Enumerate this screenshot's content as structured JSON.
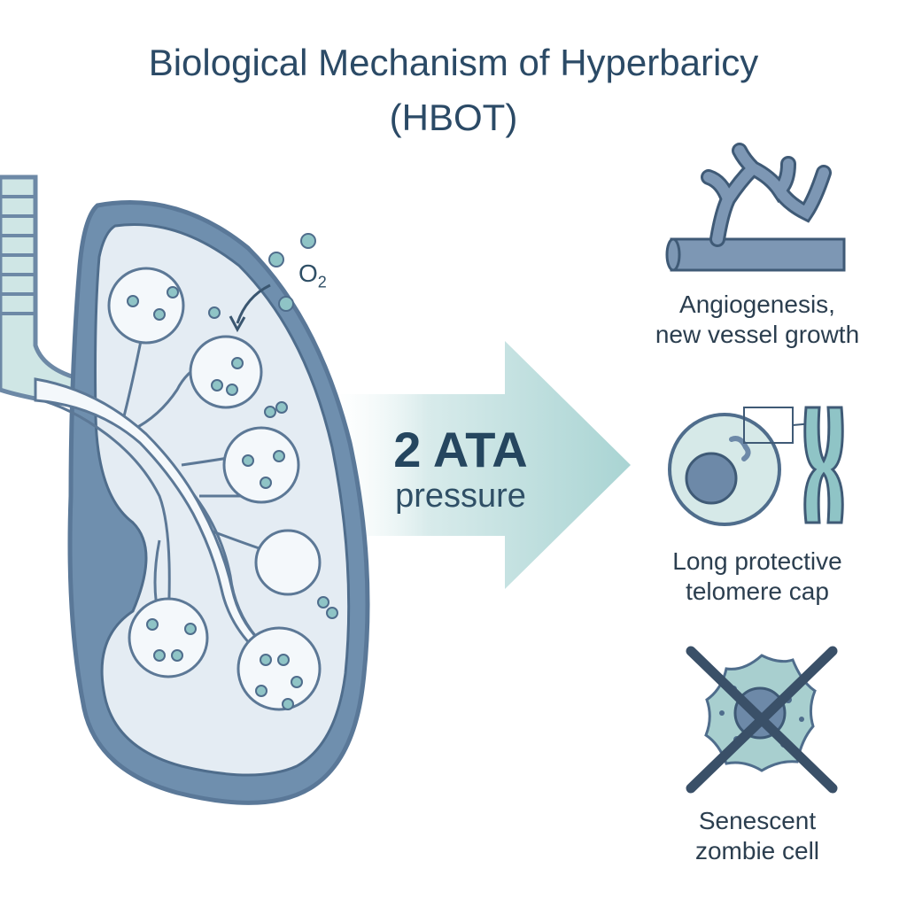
{
  "title": {
    "line1": "Biological Mechanism of Hyperbaricy",
    "line2": "(HBOT)"
  },
  "oxygen_label": {
    "main": "O",
    "sub": "2"
  },
  "arrow": {
    "main": "2 ATA",
    "sub": "pressure"
  },
  "effects": [
    {
      "icon": "blood-vessel-icon",
      "line1": "Angiogenesis,",
      "line2": "new vessel growth"
    },
    {
      "icon": "cell-chromosome-icon",
      "line1": "Long protective",
      "line2": "telomere cap"
    },
    {
      "icon": "crossed-senescent-cell-icon",
      "line1": "Senescent",
      "line2": "zombie cell"
    }
  ],
  "colors": {
    "title": "#2b4a66",
    "lung_outline": "#6d89a6",
    "lung_fill": "#e4ecf3",
    "teal": "#8fc4c6",
    "dark_blue": "#5f7c9c"
  }
}
